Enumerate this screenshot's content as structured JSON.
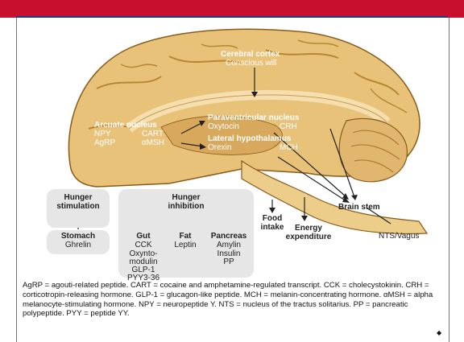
{
  "diagram": {
    "cortex": {
      "title": "Cerebral cortex",
      "sub": "Conscious will"
    },
    "arcuate": {
      "title": "Arcuate nucleus",
      "npy": "NPY",
      "cart": "CART",
      "agrp": "AgRP",
      "amsh": "αMSH"
    },
    "pvn": {
      "title": "Paraventricular nucleus",
      "oxytocin": "Oxytocin",
      "crh": "CRH"
    },
    "lh": {
      "title": "Lateral hypothalamus",
      "orexin": "Orexin",
      "mch": "MCH"
    },
    "hunger_stim": {
      "title": "Hunger stimulation",
      "stomach": "Stomach",
      "ghrelin": "Ghrelin"
    },
    "hunger_inh": {
      "title": "Hunger inhibition",
      "gut": "Gut",
      "gut_items": [
        "CCK",
        "Oxynto-",
        "modulin",
        "GLP-1",
        "PYY3-36"
      ],
      "fat": "Fat",
      "fat_items": [
        "Leptin"
      ],
      "pancreas": "Pancreas",
      "pancreas_items": [
        "Amylin",
        "Insulin",
        "PP"
      ]
    },
    "food_intake": "Food intake",
    "energy": "Energy expenditure",
    "brainstem": "Brain stem",
    "nts": "NTS/Vagus"
  },
  "footnote": "AgRP = agouti-related peptide. CART = cocaine and amphetamine-regulated transcript. CCK = cholecystokinin. CRH = corticotropin-releasing hormone. GLP-1 = glucagon-like peptide. MCH = melanin-concentrating hormone. αMSH = alpha melanocyte-stimulating hormone. NPY = neuropeptide Y. NTS = nucleus of the tractus solitarius. PP = pancreatic polypeptide. PYY = peptide YY.",
  "colors": {
    "banner": "#c8102e",
    "brain": "#e9c27a",
    "brain_dark": "#c9984a",
    "box": "#e6e6e6"
  }
}
